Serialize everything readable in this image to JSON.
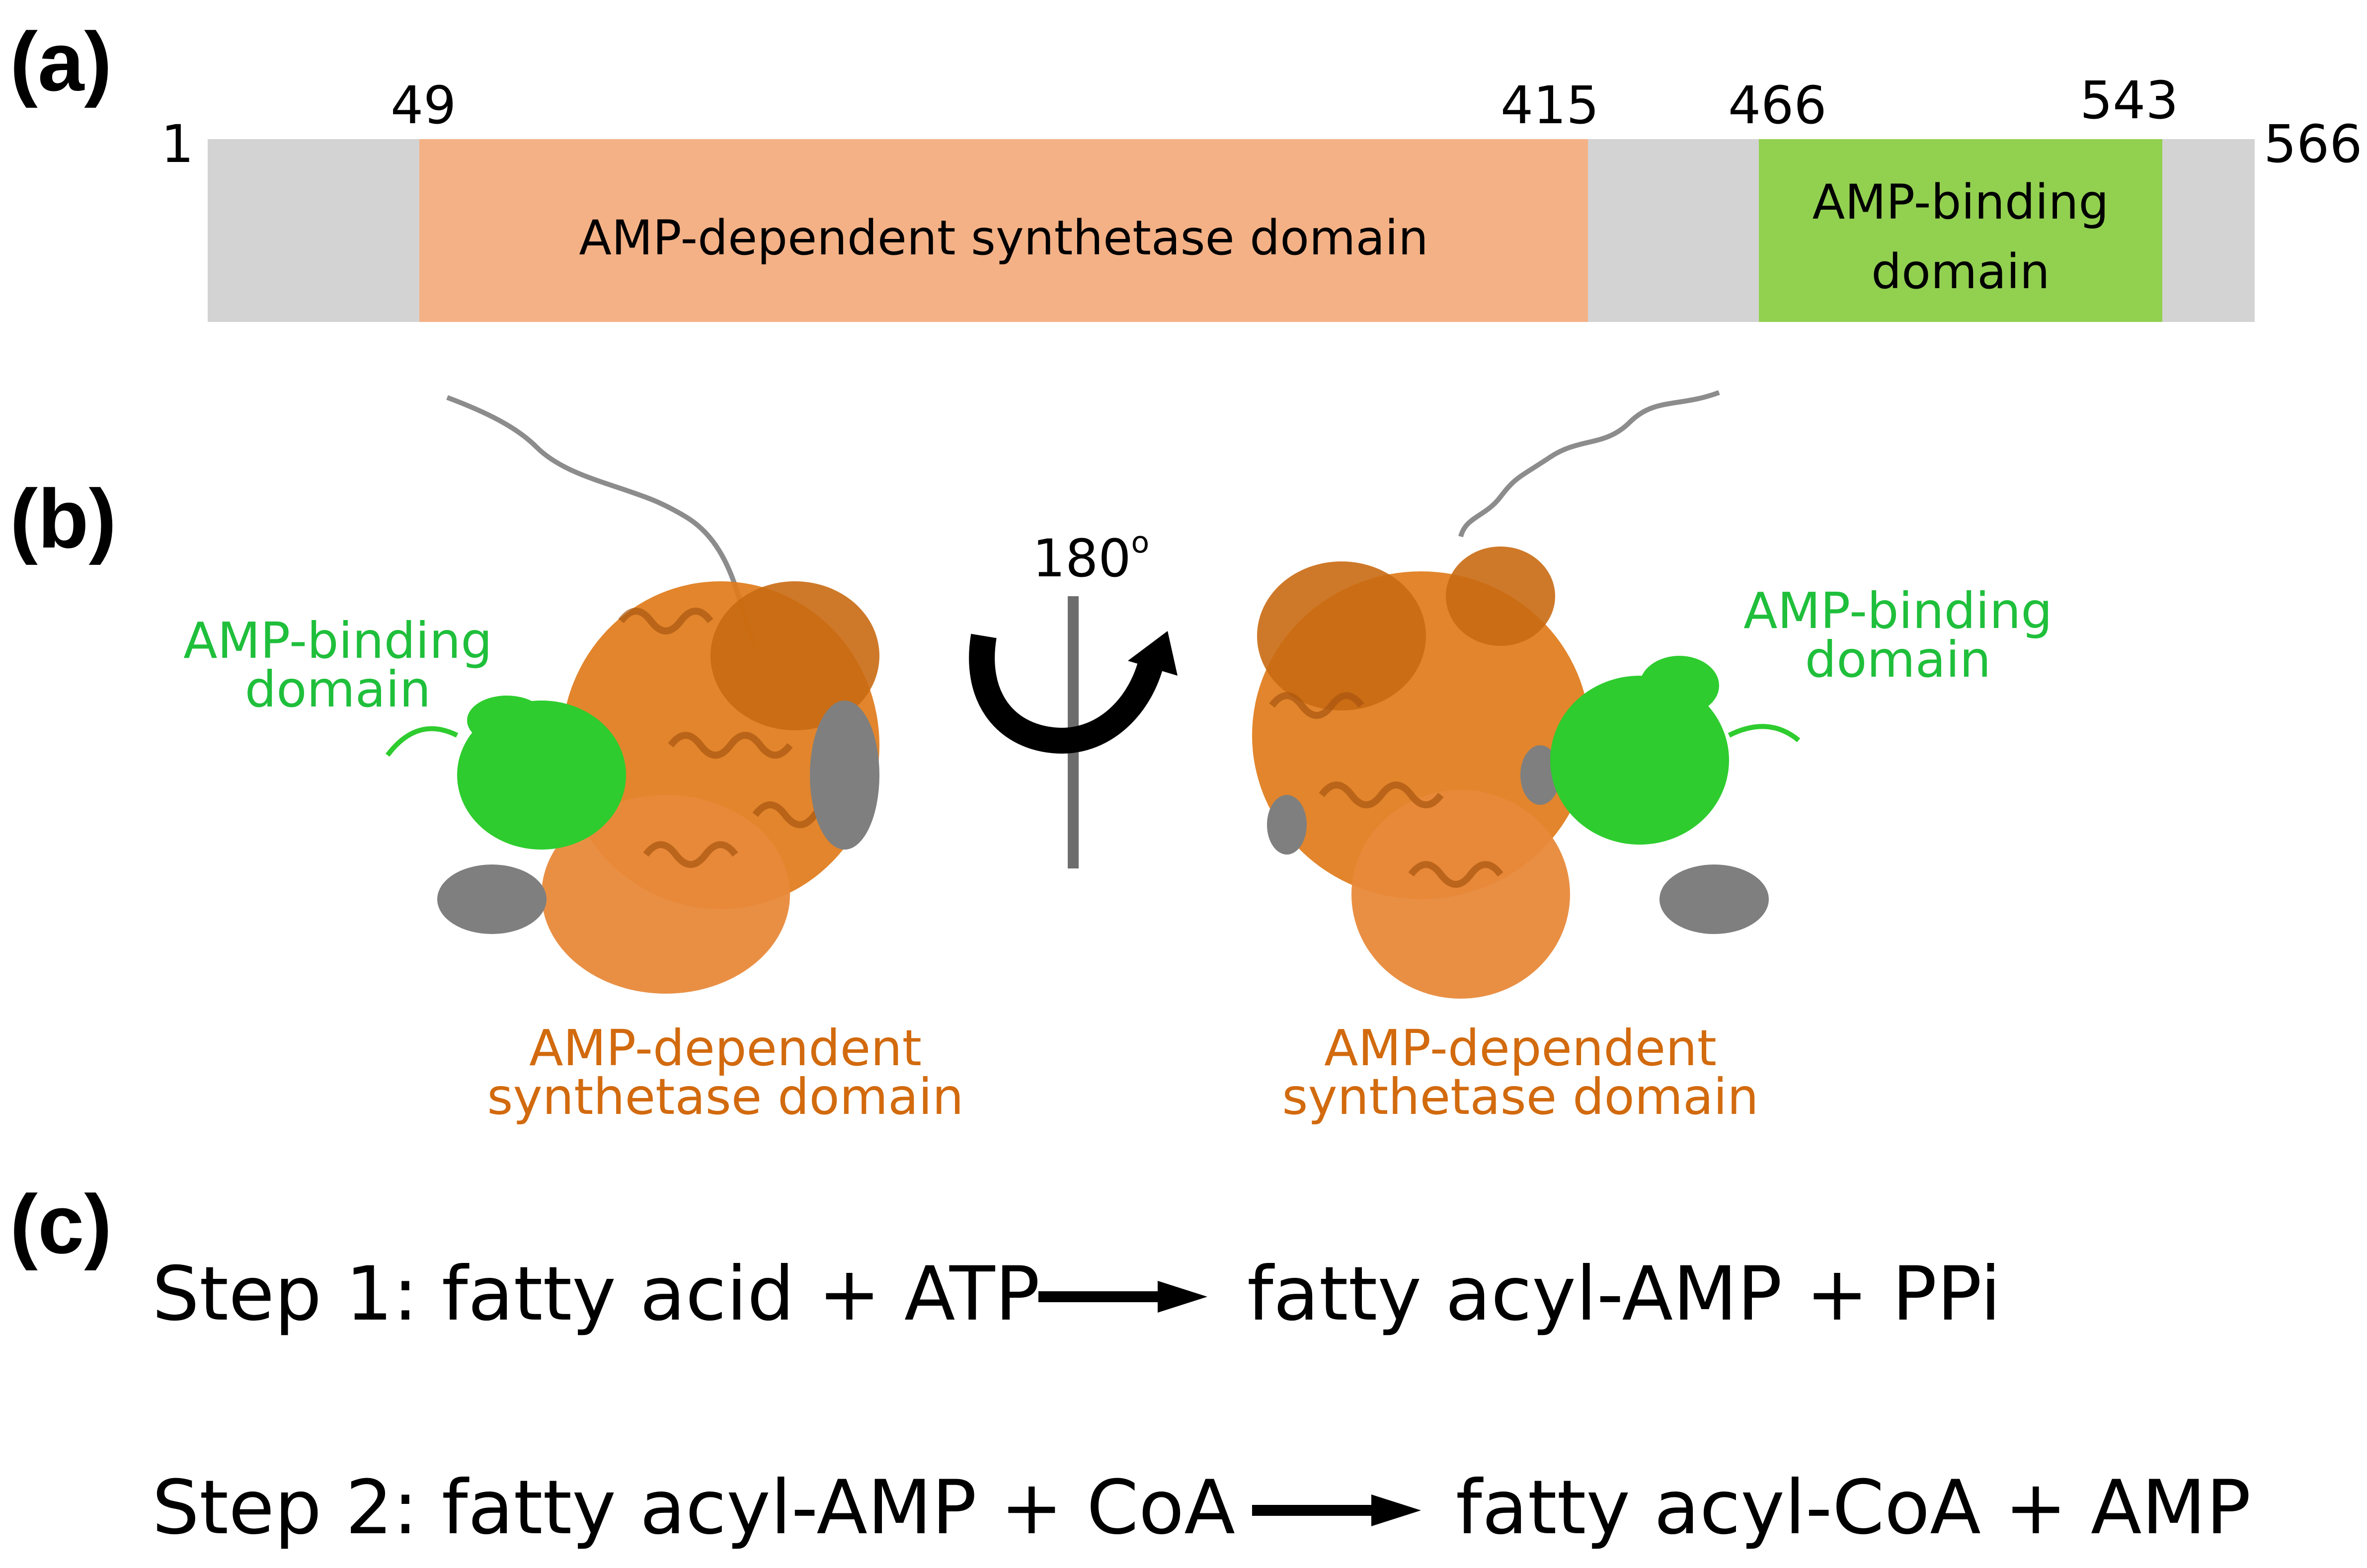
{
  "panels": {
    "a": "(a)",
    "b": "(b)",
    "c": "(c)"
  },
  "domain_map": {
    "positions": [
      "1",
      "49",
      "415",
      "466",
      "543",
      "566"
    ],
    "synthetase_label": "AMP-dependent synthetase domain",
    "binding_label_line1": "AMP-binding",
    "binding_label_line2": "domain",
    "colors": {
      "linker": "#d3d3d3",
      "synthetase": "#f4b186",
      "binding": "#92d050"
    }
  },
  "structure": {
    "binding_left_line1": "AMP-binding",
    "binding_left_line2": "domain",
    "binding_right_line1": "AMP-binding",
    "binding_right_line2": "domain",
    "synth_left_line1": "AMP-dependent",
    "synth_left_line2": "synthetase domain",
    "synth_right_line1": "AMP-dependent",
    "synth_right_line2": "synthetase domain",
    "rotation_value": "180",
    "rotation_unit": "o",
    "colors": {
      "binding": "#1fbf3b",
      "synthetase": "#e07b1a",
      "other": "#7f7f7f"
    },
    "icons": [
      "rotation-arrow-icon",
      "rotation-axis-icon",
      "protein-ribbon-left",
      "protein-ribbon-right"
    ]
  },
  "reactions": {
    "step1_left": "Step 1: fatty acid + ATP",
    "step1_right": "fatty acyl-AMP + PPi",
    "step2_left": "Step 2: fatty acyl-AMP + CoA",
    "step2_right": "fatty acyl-CoA + AMP"
  }
}
